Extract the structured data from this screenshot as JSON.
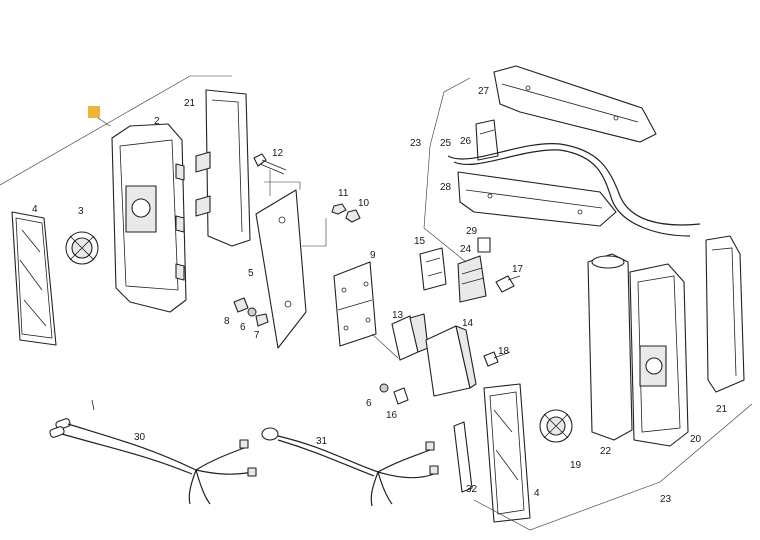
{
  "diagram": {
    "marker_color": "#f0b33a",
    "labels": {
      "l1": "2",
      "l2": "21",
      "l3": "12",
      "l4": "11",
      "l5": "10",
      "l6": "4",
      "l7": "3",
      "l8": "5",
      "l9": "8",
      "l10": "6",
      "l11": "7",
      "l12": "9",
      "l13": "15",
      "l14": "17",
      "l15": "13",
      "l16": "14",
      "l17": "18",
      "l18": "6",
      "l19": "16",
      "l20": "27",
      "l21": "23",
      "l22": "25",
      "l23": "26",
      "l24": "28",
      "l25": "29",
      "l26": "24",
      "l27": "30",
      "l28": "31",
      "l29": "32",
      "l30": "4",
      "l31": "19",
      "l32": "22",
      "l33": "20",
      "l34": "21",
      "l35": "23"
    }
  }
}
